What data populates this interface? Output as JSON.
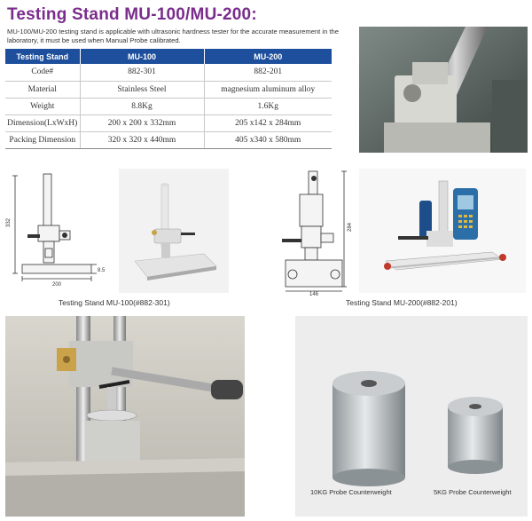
{
  "header": {
    "title": "Testing Stand MU-100/MU-200:",
    "intro": "MU-100/MU-200 testing stand is applicable with ultrasonic hardness tester for the accurate measurement in the laboratory, it must be used when Manual Probe calibrated."
  },
  "spec_table": {
    "columns": [
      "Testing Stand",
      "MU-100",
      "MU-200"
    ],
    "rows": [
      [
        "Code#",
        "882-301",
        "882-201"
      ],
      [
        "Material",
        "Stainless Steel",
        "magnesium aluminum alloy"
      ],
      [
        "Weight",
        "8.8Kg",
        "1.6Kg"
      ],
      [
        "Dimension(LxWxH)",
        "200 x 200 x 332mm",
        "205 x142 x 284mm"
      ],
      [
        "Packing Dimension",
        "320 x 320 x 440mm",
        "405 x340 x 580mm"
      ]
    ]
  },
  "drawings": {
    "mu100": {
      "height": "332",
      "base_width": "200",
      "base_thickness": "8.5"
    },
    "mu200": {
      "height": "284",
      "base_width": "146"
    }
  },
  "captions": {
    "mu100": "Testing Stand MU-100(#882-301)",
    "mu200": "Testing Stand MU-200(#882-201)",
    "weight_10kg": "10KG Probe Counterweight",
    "weight_5kg": "5KG Probe Counterweight"
  },
  "colors": {
    "title": "#7a2d8c",
    "table_header": "#1e4f9c"
  }
}
